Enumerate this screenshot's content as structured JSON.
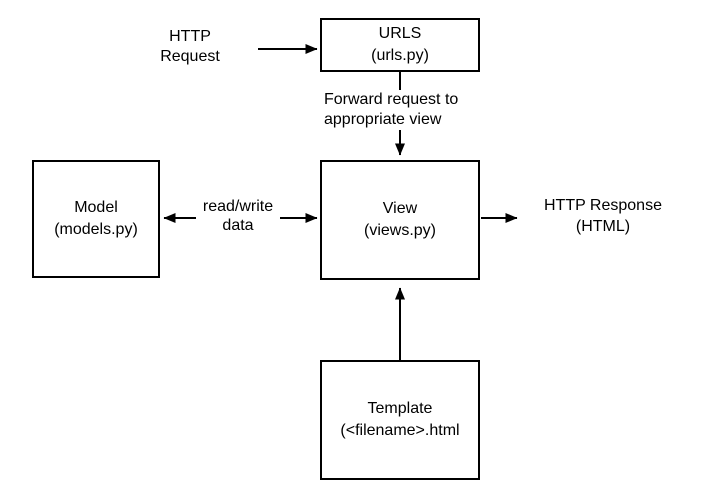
{
  "diagram": {
    "nodes": {
      "urls": {
        "title": "URLS",
        "subtitle": "(urls.py)"
      },
      "model": {
        "title": "Model",
        "subtitle": "(models.py)"
      },
      "view": {
        "title": "View",
        "subtitle": "(views.py)"
      },
      "template": {
        "title": "Template",
        "subtitle": "(<filename>.html"
      }
    },
    "labels": {
      "http_request": "HTTP\nRequest",
      "forward_request": "Forward request to\nappropriate view",
      "read_write": "read/write\ndata",
      "http_response": "HTTP Response\n(HTML)"
    },
    "edges": [
      {
        "from": "http-request-label",
        "to": "urls-box",
        "direction": "right",
        "label": ""
      },
      {
        "from": "urls-box",
        "to": "view-box",
        "direction": "down",
        "label": "Forward request to appropriate view"
      },
      {
        "from": "model-box",
        "to": "view-box",
        "direction": "both",
        "label": "read/write data"
      },
      {
        "from": "view-box",
        "to": "http-response-label",
        "direction": "right",
        "label": ""
      },
      {
        "from": "template-box",
        "to": "view-box",
        "direction": "up",
        "label": ""
      }
    ],
    "colors": {
      "stroke": "#000000",
      "background": "#ffffff",
      "text": "#000000"
    }
  }
}
